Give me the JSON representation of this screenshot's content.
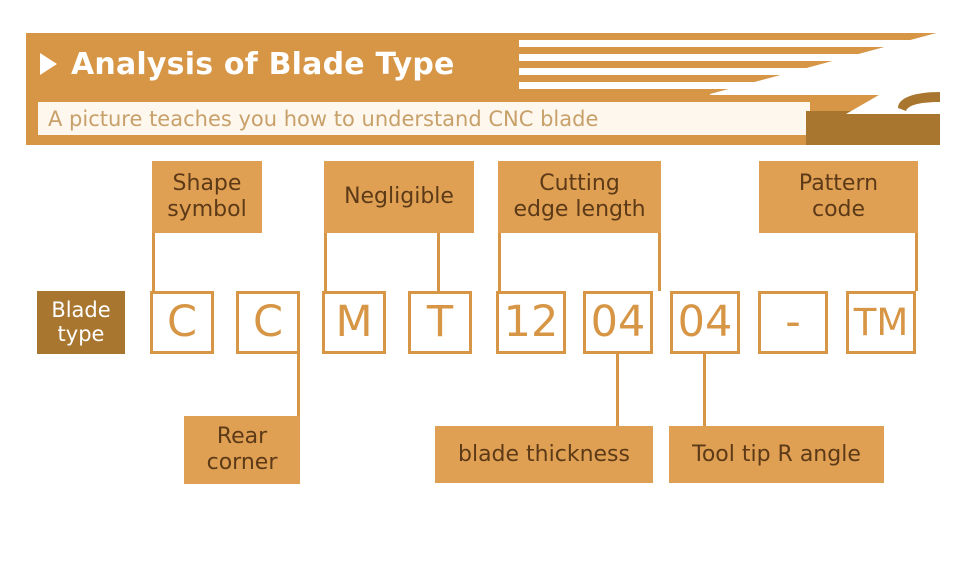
{
  "header": {
    "title": "Analysis of Blade Type",
    "arrow_icon": "play-triangle-icon",
    "subtitle": "A picture teaches you how to understand CNC blade",
    "colors": {
      "band": "#d79646",
      "stripe": "#ffffff",
      "subtitle_bg": "#fdf7ee",
      "subtitle_text": "#c8a06a",
      "dark_block": "#a8762f"
    }
  },
  "diagram": {
    "blade_type_box": {
      "line1": "Blade",
      "line2": "type"
    },
    "code_boxes": [
      {
        "value": "C"
      },
      {
        "value": "C"
      },
      {
        "value": "M"
      },
      {
        "value": "T"
      },
      {
        "value": "12"
      },
      {
        "value": "04"
      },
      {
        "value": "04"
      },
      {
        "value": "-"
      },
      {
        "value": "TM"
      }
    ],
    "top_labels": [
      {
        "line1": "Shape",
        "line2": "symbol"
      },
      {
        "line1": "Negligible",
        "line2": ""
      },
      {
        "line1": "Cutting",
        "line2": "edge length"
      },
      {
        "line1": "Pattern",
        "line2": "code"
      }
    ],
    "bottom_labels": [
      {
        "line1": "Rear",
        "line2": "corner"
      },
      {
        "line1": "blade thickness",
        "line2": ""
      },
      {
        "line1": "Tool tip R angle",
        "line2": ""
      }
    ],
    "colors": {
      "tag_bg": "#e0a054",
      "tag_text": "#5c3a17",
      "box_border": "#d79646",
      "box_text": "#d79646",
      "blade_type_bg": "#a8762f"
    }
  }
}
